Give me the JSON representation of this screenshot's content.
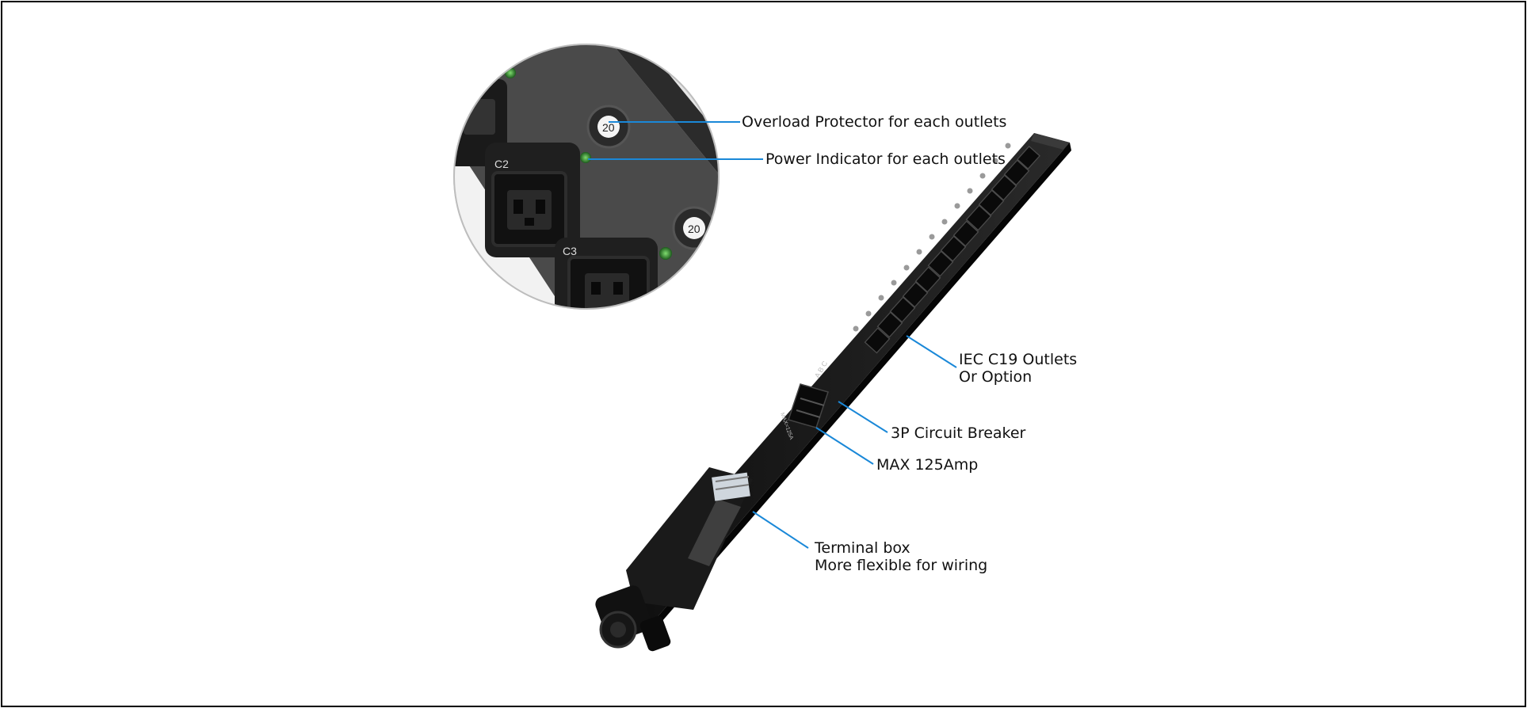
{
  "callouts": {
    "overload_protector": "Overload Protector for each outlets",
    "power_indicator": "Power Indicator for each outlets",
    "outlets_line1": "IEC C19 Outlets",
    "outlets_line2": "Or Option",
    "circuit_breaker": "3P Circuit Breaker",
    "max_amp": "MAX 125Amp",
    "terminal_line1": "Terminal box",
    "terminal_line2": "More flexible for wiring"
  },
  "zoom_inset": {
    "outlet_label_c2": "C2",
    "outlet_label_c3": "C3",
    "breaker_rating_1": "20",
    "breaker_rating_2": "20"
  },
  "device_markings": {
    "phases": "A B C",
    "max_marking": "MAX=125A"
  },
  "colors": {
    "callout_line": "#1a88d8",
    "device_body": "#1b1b1b",
    "indicator_led": "#2e8b2e"
  }
}
